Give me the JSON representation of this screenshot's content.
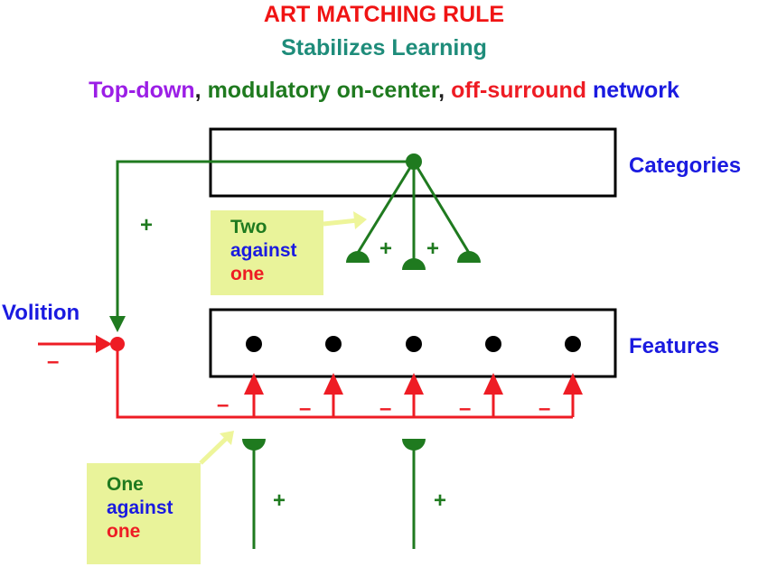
{
  "title": {
    "main": "ART MATCHING RULE",
    "subtitle": "Stabilizes Learning",
    "network_parts": {
      "top_down": "Top-down",
      "comma1": ",",
      "modulatory": "modulatory on-center",
      "comma2": ",",
      "off_surround": "off-surround",
      "network": "network"
    }
  },
  "labels": {
    "categories": "Categories",
    "features": "Features",
    "volition": "Volition"
  },
  "notes": {
    "two_against_one": {
      "line1": "Two",
      "line2": "against",
      "line3": "one"
    },
    "one_against_one": {
      "line1": "One",
      "line2": "against",
      "line3": "one"
    }
  },
  "signs": {
    "plus": "+",
    "minus": "–"
  },
  "colors": {
    "excitatory": "#1f7a1f",
    "inhibitory": "#ee1c24",
    "labels": "#1a1ae0",
    "note_fill": "#e9f39a",
    "note_arrow": "#eef59a"
  },
  "features_count": 5
}
